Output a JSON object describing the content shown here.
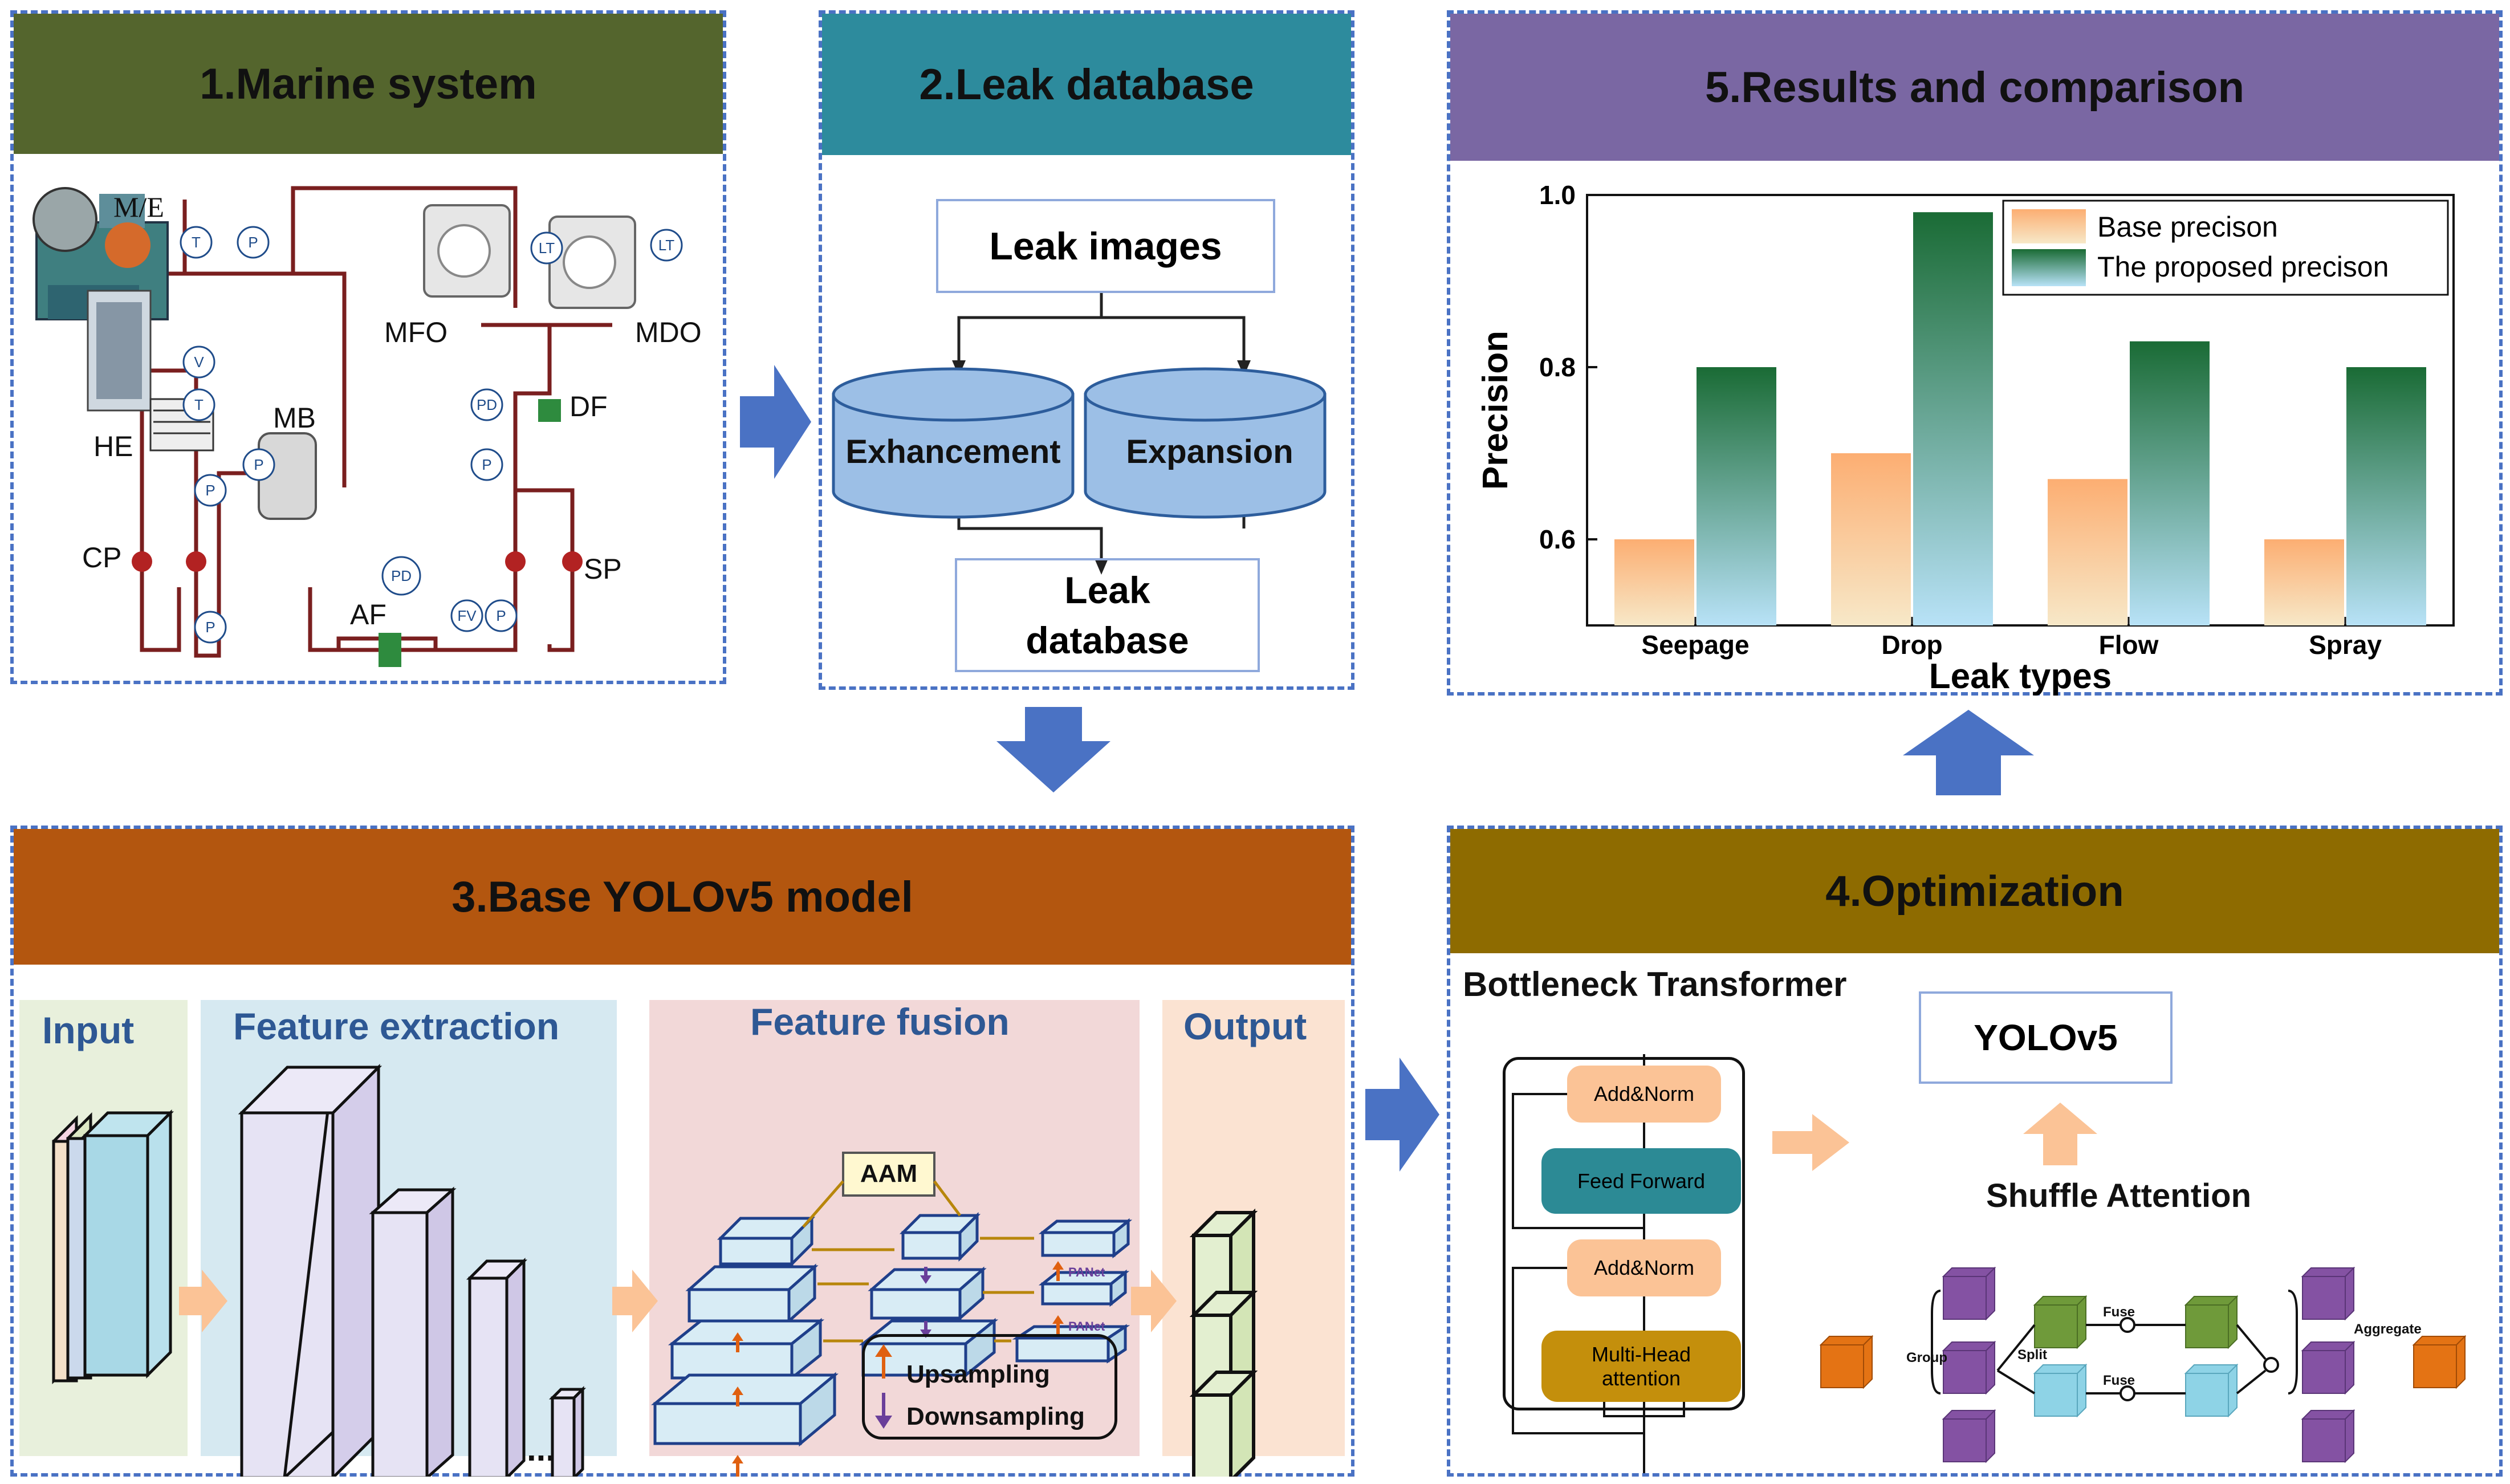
{
  "panels": {
    "marine": {
      "title": "1.Marine system"
    },
    "leak_db": {
      "title": "2.Leak database"
    },
    "yolo": {
      "title": "3.Base YOLOv5 model"
    },
    "optim": {
      "title": "4.Optimization"
    },
    "results": {
      "title": "5.Results and comparison"
    }
  },
  "marine": {
    "labels": {
      "me": "M/E",
      "he": "HE",
      "mb": "MB",
      "cp": "CP",
      "af": "AF",
      "mfo": "MFO",
      "mdo": "MDO",
      "df": "DF",
      "sp": "SP"
    },
    "gauges": {
      "t": "T",
      "p": "P",
      "v": "V",
      "pd": "PD",
      "fv": "FV",
      "lt": "LT"
    }
  },
  "leak_db": {
    "images": "Leak images",
    "enhancement": "Exhancement",
    "expansion": "Expansion",
    "database_line1": "Leak",
    "database_line2": "database"
  },
  "yolo": {
    "input": "Input",
    "feature_extraction": "Feature extraction",
    "feature_fusion": "Feature fusion",
    "output": "Output",
    "aam": "AAM",
    "panet": "PANet",
    "ellipsis": "...",
    "upsampling": "Upsampling",
    "downsampling": "Downsampling"
  },
  "optim": {
    "bottleneck_title": "Bottleneck Transformer",
    "add_norm_top": "Add&Norm",
    "feed_forward": "Feed Forward",
    "add_norm_bottom": "Add&Norm",
    "mha_line1": "Multi-Head",
    "mha_line2": "attention",
    "yolov5": "YOLOv5",
    "shuffle_attention": "Shuffle Attention",
    "group": "Group",
    "split": "Split",
    "fuse": "Fuse",
    "aggregate": "Aggregate"
  },
  "chart_data": {
    "type": "bar",
    "categories": [
      "Seepage",
      "Drop",
      "Flow",
      "Spray"
    ],
    "series": [
      {
        "name": "Base precison",
        "values": [
          0.6,
          0.7,
          0.67,
          0.6
        ]
      },
      {
        "name": "The proposed precison",
        "values": [
          0.8,
          0.98,
          0.83,
          0.8
        ]
      }
    ],
    "xlabel": "Leak types",
    "ylabel": "Precision",
    "ylim": [
      0.5,
      1.0
    ],
    "yticks": [
      "0.6",
      "0.8",
      "1.0"
    ],
    "legend": "top-right",
    "colors": {
      "base": "#fcae72",
      "proposed_top": "#1a6b35",
      "proposed_bottom": "#b8e2f7"
    }
  },
  "colors": {
    "marine_header": "#54652d",
    "leak_header": "#2d8b9d",
    "yolo_header": "#b3560f",
    "optim_header": "#8e6b00",
    "results_header": "#7a67a3",
    "arrow_blue": "#4a72c4",
    "arrow_orange": "#fbc396"
  }
}
